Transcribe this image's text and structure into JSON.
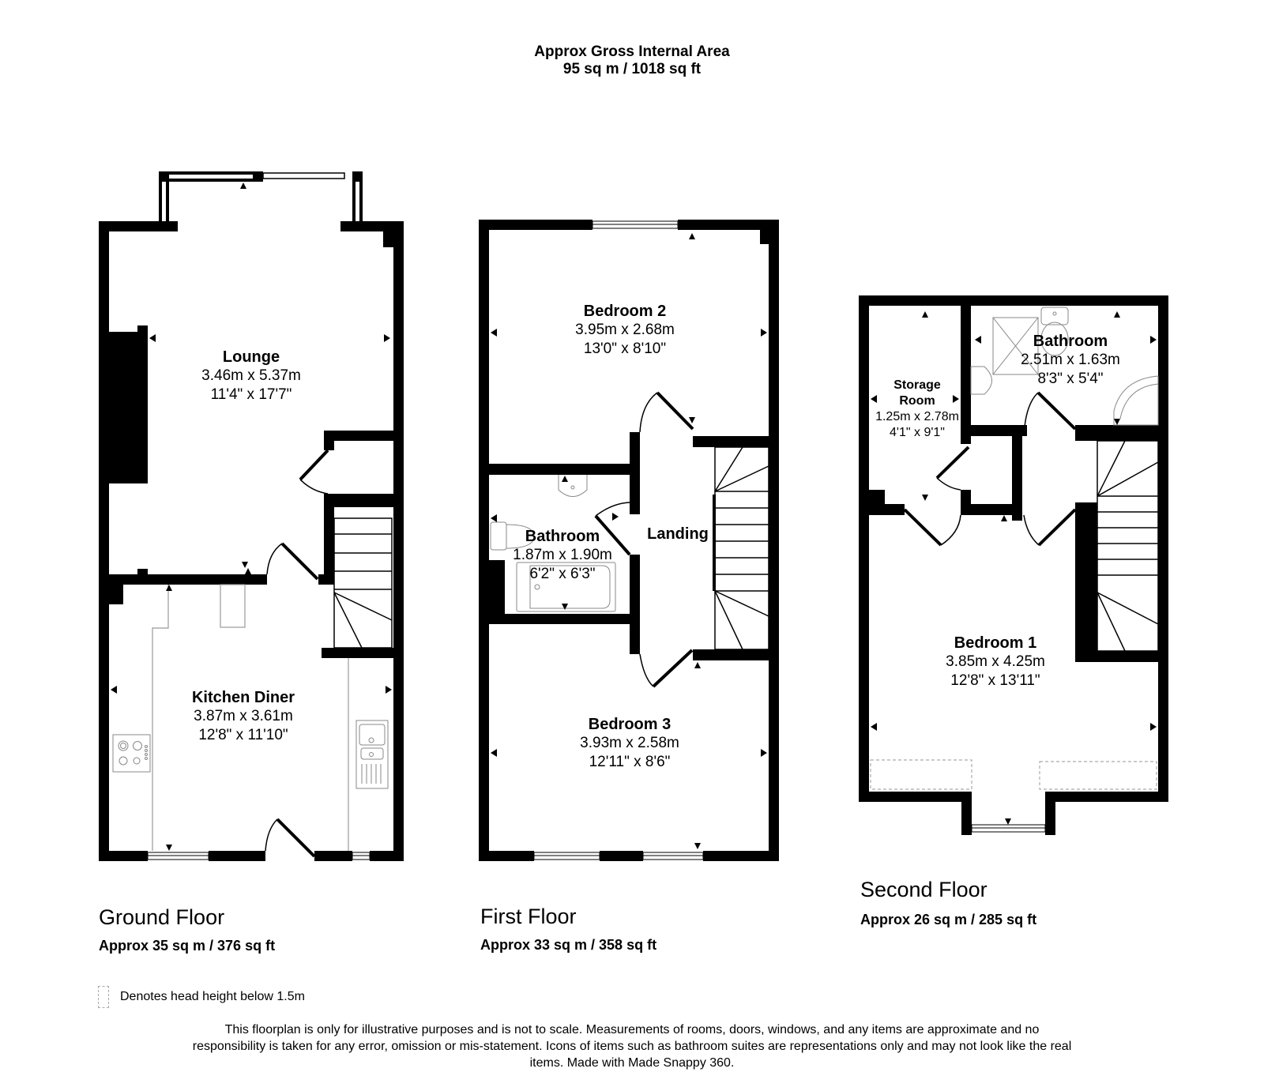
{
  "header": {
    "title": "Approx Gross Internal Area",
    "total_area": "95 sq m / 1018 sq ft"
  },
  "floors": [
    {
      "title": "Ground Floor",
      "area": "Approx 35 sq m / 376 sq ft",
      "rooms": [
        {
          "name": "Lounge",
          "metric": "3.46m x 5.37m",
          "imperial": "11'4\" x 17'7\""
        },
        {
          "name": "Kitchen Diner",
          "metric": "3.87m x 3.61m",
          "imperial": "12'8\" x 11'10\""
        }
      ]
    },
    {
      "title": "First Floor",
      "area": "Approx 33 sq m / 358 sq ft",
      "rooms": [
        {
          "name": "Bedroom 2",
          "metric": "3.95m x 2.68m",
          "imperial": "13'0\" x 8'10\""
        },
        {
          "name": "Bathroom",
          "metric": "1.87m x 1.90m",
          "imperial": "6'2\" x 6'3\""
        },
        {
          "name": "Landing"
        },
        {
          "name": "Bedroom 3",
          "metric": "3.93m x 2.58m",
          "imperial": "12'11\" x 8'6\""
        }
      ]
    },
    {
      "title": "Second Floor",
      "area": "Approx 26 sq m / 285 sq ft",
      "rooms": [
        {
          "name": "Storage Room",
          "name_line1": "Storage",
          "name_line2": "Room",
          "metric": "1.25m x 2.78m",
          "imperial": "4'1\" x 9'1\""
        },
        {
          "name": "Bathroom",
          "metric": "2.51m x 1.63m",
          "imperial": "8'3\" x 5'4\""
        },
        {
          "name": "Bedroom 1",
          "metric": "3.85m x 4.25m",
          "imperial": "12'8\" x 13'11\""
        }
      ]
    }
  ],
  "legend": {
    "icon": "dashed-box-icon",
    "text": "Denotes head height below 1.5m"
  },
  "disclaimer": "This floorplan is only for illustrative purposes and is not to scale. Measurements of rooms, doors, windows, and any items are approximate and no responsibility is taken for any error, omission or mis-statement. Icons of items such as bathroom suites are representations only and may not look like the real items. Made with Made Snappy 360.",
  "colors": {
    "wall": "#000000",
    "fixture": "#999999",
    "low_headroom": "#aaaaaa",
    "background": "#ffffff"
  }
}
